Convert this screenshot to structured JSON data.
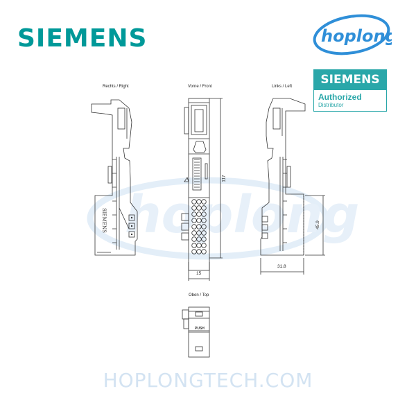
{
  "header": {
    "brand": "SIEMENS",
    "brand_color": "#009999",
    "partner_logo": "hoplong",
    "partner_color": "#2f8fd8",
    "badge": {
      "title": "SIEMENS",
      "line1": "Authorized",
      "line2": "Distributor",
      "color": "#2aa7a9"
    }
  },
  "views": {
    "right": "Rechts / Right",
    "front": "Vorne / Front",
    "left": "Links / Left",
    "top": "Oben / Top"
  },
  "dimensions": {
    "height": "117",
    "front_width": "15",
    "side_depth": "31.8",
    "side_height": "45.9"
  },
  "part_labels": {
    "side_brand": "SIEMENS",
    "top_push": "PUSH"
  },
  "watermark": {
    "text": "HOPLONGTECH.COM",
    "color": "#d3e3f2"
  }
}
